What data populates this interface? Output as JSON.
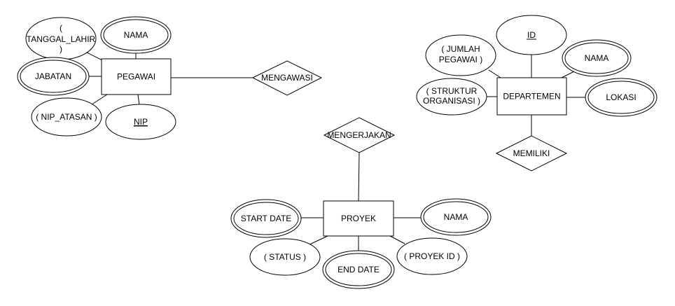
{
  "entities": {
    "pegawai": "PEGAWAI",
    "departemen": "DEPARTEMEN",
    "proyek": "PROYEK"
  },
  "relationships": {
    "mengawasi": "MENGAWASI",
    "mengerjakan": "MENGERJAKAN",
    "memiliki": "MEMILIKI"
  },
  "attributes": {
    "pegawai": {
      "tanggal_lahir": [
        "(",
        "TANGGAL_LAHIR",
        ")"
      ],
      "nama": "NAMA",
      "jabatan": "JABATAN",
      "nip_atasan": "( NIP_ATASAN )",
      "nip": "NIP"
    },
    "departemen": {
      "id": "ID",
      "jumlah_pegawai": [
        "( JUMLAH",
        "PEGAWAI )"
      ],
      "nama": "NAMA",
      "struktur_organisasi": [
        "( STRUKTUR",
        "ORGANISASI )"
      ],
      "lokasi": "LOKASI"
    },
    "proyek": {
      "start_date": "START DATE",
      "nama": "NAMA",
      "status": "( STATUS )",
      "end_date": "END DATE",
      "proyek_id": "( PROYEK ID )"
    }
  }
}
